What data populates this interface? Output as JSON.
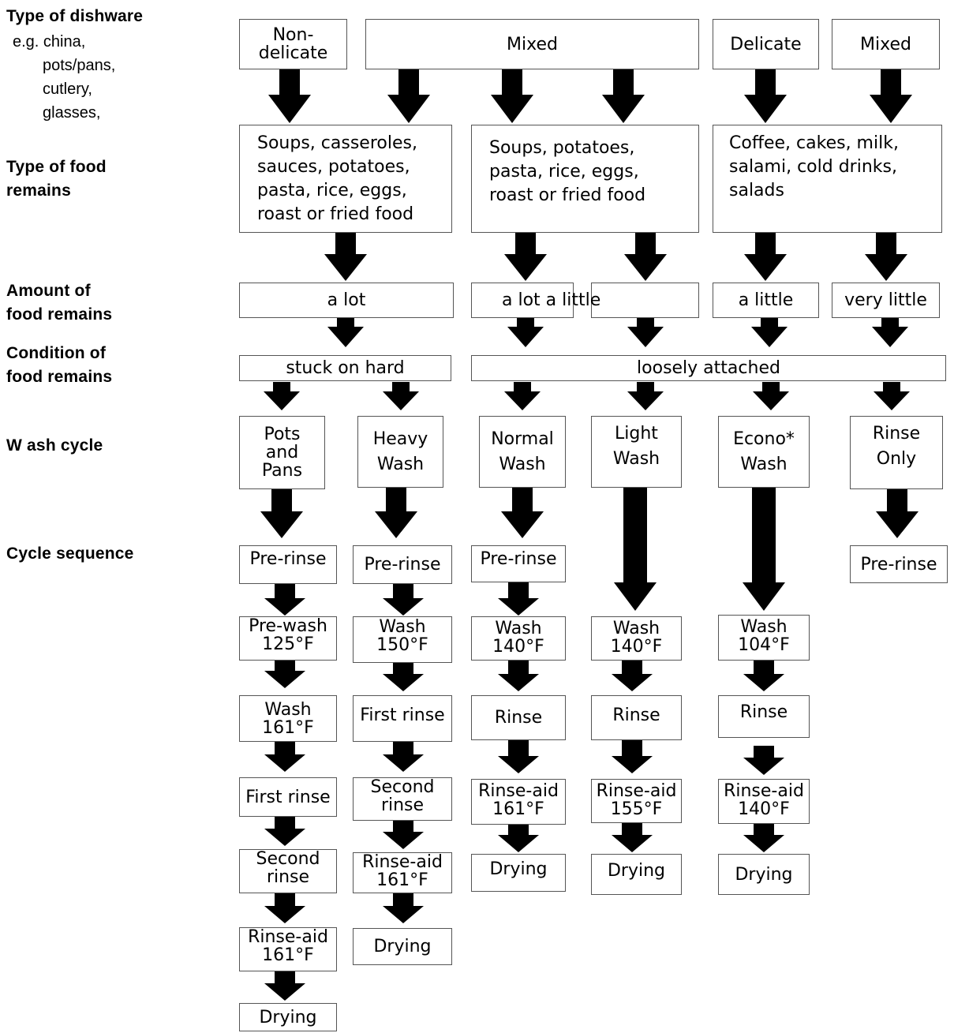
{
  "colors": {
    "line": "#000000",
    "box_border": "#555555",
    "text": "#000000"
  },
  "row_labels": {
    "dishware": "Type of dishware",
    "dishware_examples": [
      "e.g. china,",
      "pots/pans,",
      "cutlery,",
      "glasses,"
    ],
    "food_type": [
      "Type of food",
      "remains"
    ],
    "amount": [
      "Amount of",
      "food remains"
    ],
    "condition": [
      "Condition of",
      "food remains"
    ],
    "wash_cycle": "W ash cycle",
    "sequence": "Cycle sequence"
  },
  "dishware": [
    "Non-\ndelicate",
    "Mixed",
    "Delicate",
    "Mixed"
  ],
  "food_types": [
    "Soups, casseroles,\nsauces, potatoes,\npasta, rice, eggs,\nroast or fried food",
    "Soups, potatoes,\npasta, rice, eggs,\nroast or fried food",
    "Coffee, cakes, milk,\nsalami, cold drinks,\nsalads"
  ],
  "amounts": [
    "a lot",
    "a lot a little",
    "a little",
    "very little"
  ],
  "conditions": [
    "stuck on hard",
    "loosely attached"
  ],
  "cycles": [
    {
      "name": "Pots\nand\nPans",
      "steps": [
        "Pre-rinse",
        "Pre-wash\n125°F",
        "Wash\n161°F",
        "First rinse",
        "Second\nrinse",
        "Rinse-aid\n161°F",
        "Drying"
      ]
    },
    {
      "name": "Heavy\nWash",
      "steps": [
        "Pre-rinse",
        "Wash\n150°F",
        "First rinse",
        "Second\nrinse",
        "Rinse-aid\n161°F",
        "Drying"
      ]
    },
    {
      "name": "Normal\nWash",
      "steps": [
        "Pre-rinse",
        "Wash\n140°F",
        "Rinse",
        "Rinse-aid\n161°F",
        "Drying"
      ]
    },
    {
      "name": "Light\nWash",
      "steps": [
        "Wash\n140°F",
        "Rinse",
        "Rinse-aid\n155°F",
        "Drying"
      ]
    },
    {
      "name": "Econo*\nWash",
      "steps": [
        "Wash\n104°F",
        "Rinse",
        "Rinse-aid\n140°F",
        "Drying"
      ]
    },
    {
      "name": "Rinse\nOnly",
      "steps": [
        "Pre-rinse"
      ]
    }
  ]
}
